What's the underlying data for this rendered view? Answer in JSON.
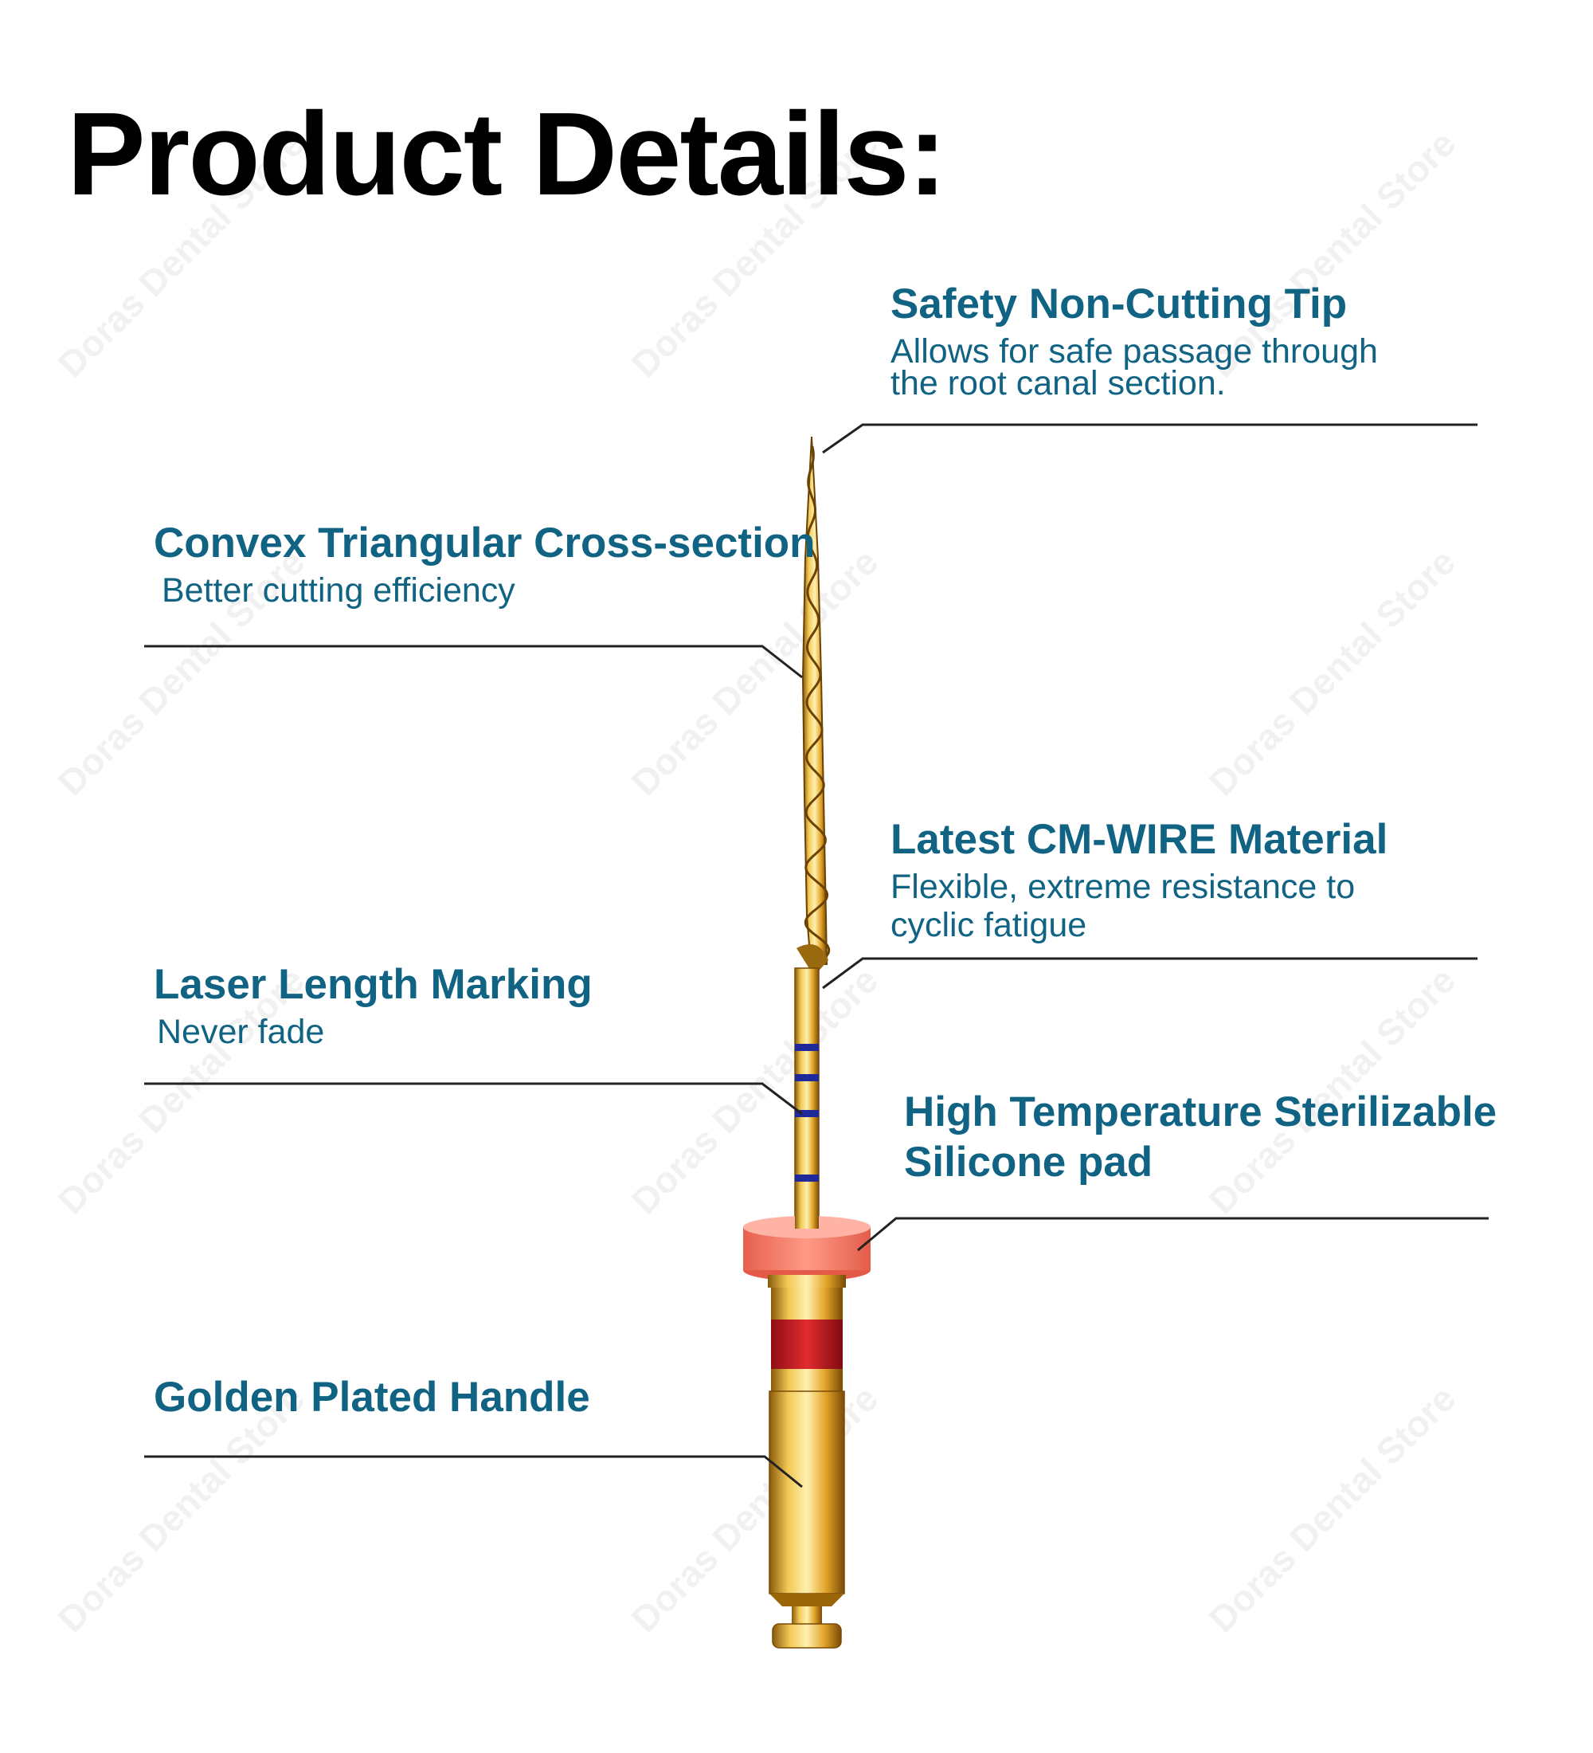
{
  "title": "Product Details:",
  "watermark": "Doras Dental Store",
  "colors": {
    "heading": "#116384",
    "title": "#000000",
    "gold": "#E3B23C",
    "pad": "#F47E6B",
    "band": "#D4202A",
    "marking": "#1F2A9A"
  },
  "features": [
    {
      "heading": "Safety Non-Cutting Tip",
      "lines": [
        "Allows for safe passage through",
        "the root canal section."
      ]
    },
    {
      "heading": "Convex Triangular Cross-section",
      "lines": [
        "Better cutting efficiency"
      ]
    },
    {
      "heading": "Latest CM-WIRE Material",
      "lines": [
        "Flexible, extreme resistance to",
        "cyclic fatigue"
      ]
    },
    {
      "heading": "Laser Length Marking",
      "lines": [
        "Never fade"
      ]
    },
    {
      "heading": "High Temperature Sterilizable",
      "lines": [
        "Silicone pad"
      ]
    },
    {
      "heading": "Golden Plated Handle",
      "lines": []
    }
  ]
}
